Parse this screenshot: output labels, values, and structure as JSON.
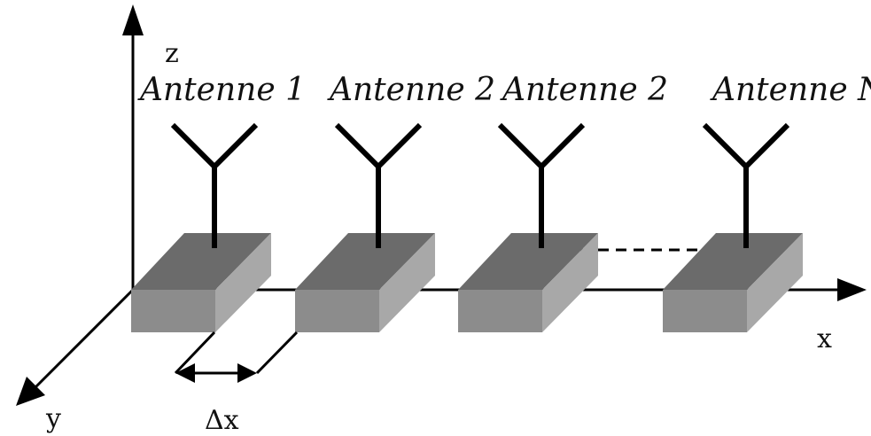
{
  "axes": {
    "z_label": "z",
    "x_label": "x",
    "y_label": "y"
  },
  "antennas": [
    {
      "label": "Antenne 1"
    },
    {
      "label": "Antenne 2"
    },
    {
      "label": "Antenne 2"
    },
    {
      "label": "Antenne N"
    }
  ],
  "spacing_label": "Δx",
  "colors": {
    "box_top": "#6b6b6b",
    "box_front": "#8c8c8c",
    "box_side": "#a8a8a8",
    "line": "#000000"
  }
}
